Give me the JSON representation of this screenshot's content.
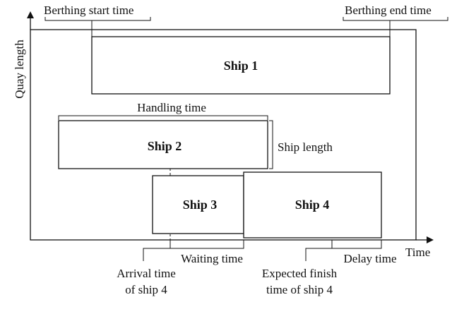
{
  "axes": {
    "y_label": "Quay length",
    "x_label": "Time"
  },
  "annotations": {
    "berthing_start": "Berthing start time",
    "berthing_end": "Berthing end time",
    "handling_time": "Handling time",
    "ship_length": "Ship length",
    "waiting_time": "Waiting time",
    "delay_time": "Delay time",
    "arrival_line1": "Arrival time",
    "arrival_line2": "of ship 4",
    "expected_line1": "Expected finish",
    "expected_line2": "time of ship 4"
  },
  "ships": [
    {
      "label": "Ship 1"
    },
    {
      "label": "Ship 2"
    },
    {
      "label": "Ship 3"
    },
    {
      "label": "Ship 4"
    }
  ]
}
